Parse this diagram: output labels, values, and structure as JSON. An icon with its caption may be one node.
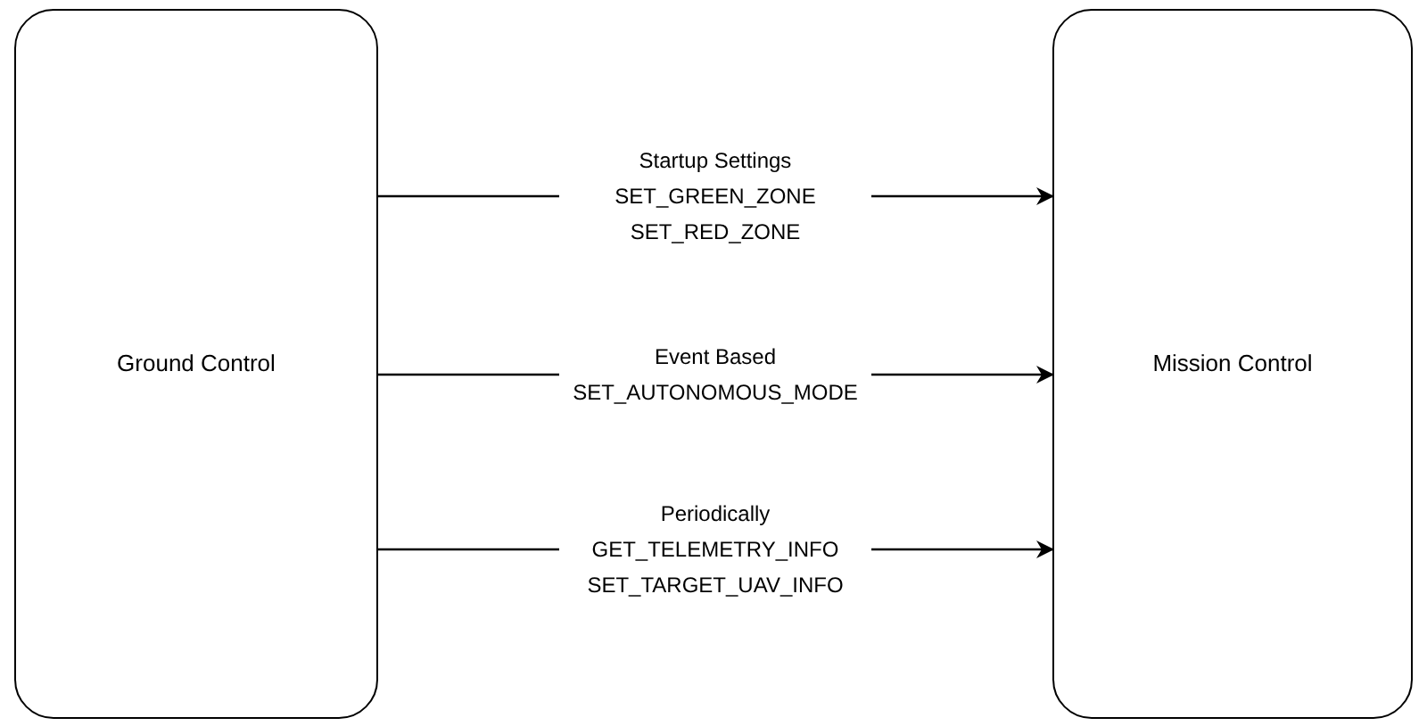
{
  "diagram": {
    "nodes": [
      {
        "text": [
          "Ground Control"
        ]
      },
      {
        "text": [
          "Mission Control"
        ]
      }
    ],
    "edges": [
      {
        "from": 0,
        "to": 1,
        "arrow": "to",
        "label": "Startup Settings SET_GREEN_ZONE SET_RED_ZONE"
      },
      {
        "from": 0,
        "to": 1,
        "arrow": "to",
        "label": "Event Based SET_AUTONOMOUS_MODE"
      },
      {
        "from": 0,
        "to": 1,
        "arrow": "to",
        "label": "Periodically GET_TELEMETRY_INFO SET_TARGET_UAV_INFO"
      }
    ]
  }
}
